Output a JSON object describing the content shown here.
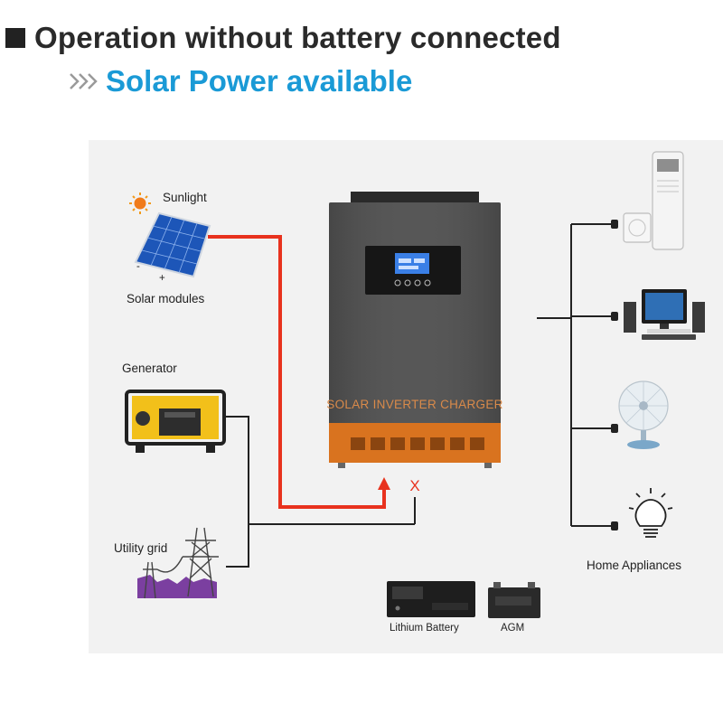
{
  "header": {
    "title": "Operation without battery connected",
    "subtitle": "Solar Power available"
  },
  "diagram": {
    "sources": {
      "sunlight": "Sunlight",
      "solar_modules": "Solar modules",
      "panel_minus": "-",
      "panel_plus": "+",
      "generator": "Generator",
      "utility_grid": "Utility grid"
    },
    "inverter": {
      "label": "SOLAR INVERTER CHARGER"
    },
    "disconnected_mark": "X",
    "loads_label": "Home Appliances",
    "batteries": {
      "lithium": "Lithium Battery",
      "agm": "AGM"
    },
    "colors": {
      "title_accent": "#1a9ad6",
      "solar_line": "#e8321e",
      "inverter_body": "#505050",
      "inverter_bottom": "#d9731f"
    }
  }
}
